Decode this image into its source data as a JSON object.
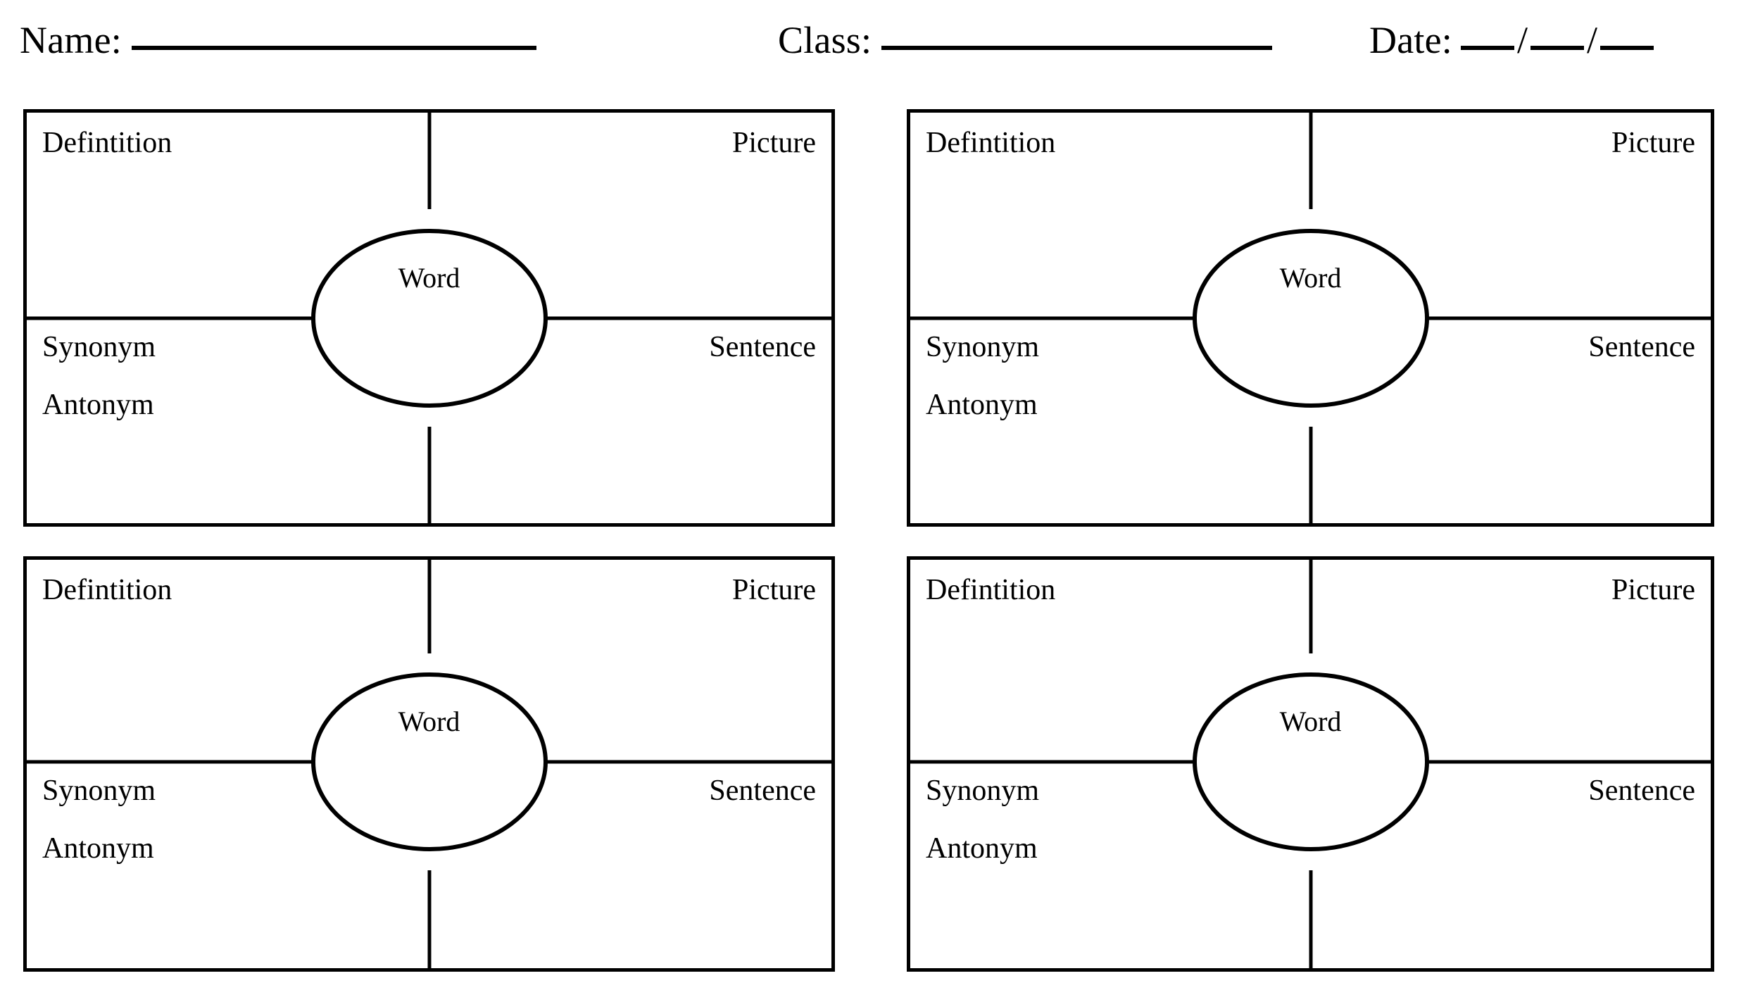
{
  "page": {
    "title": "Vocabulary Word Map Worksheet",
    "background_color": "#ffffff",
    "ink_color": "#000000"
  },
  "header": {
    "fields": [
      {
        "label": "Name:",
        "value": "",
        "rule": "blank-line"
      },
      {
        "label": "Class:",
        "value": "",
        "rule": "blank-line"
      },
      {
        "label": "Date:",
        "value": "",
        "rule": "date-slots",
        "separator": "/"
      }
    ],
    "name_label": "Name:",
    "class_label": "Class:",
    "date_label": "Date:",
    "date_separator_1": "/",
    "date_separator_2": "/"
  },
  "labels": {
    "definition": "Defintition",
    "picture": "Picture",
    "synonym": "Synonym",
    "antonym": "Antonym",
    "sentence": "Sentence",
    "center": "Word"
  },
  "word_maps": [
    {
      "id": 1,
      "position": "top-left",
      "center": "Word",
      "quadrants": {
        "top_left": "Defintition",
        "top_right": "Picture",
        "bottom_left_primary": "Synonym",
        "bottom_left_secondary": "Antonym",
        "bottom_right": "Sentence"
      }
    },
    {
      "id": 2,
      "position": "top-right",
      "center": "Word",
      "quadrants": {
        "top_left": "Defintition",
        "top_right": "Picture",
        "bottom_left_primary": "Synonym",
        "bottom_left_secondary": "Antonym",
        "bottom_right": "Sentence"
      }
    },
    {
      "id": 3,
      "position": "bottom-left",
      "center": "Word",
      "quadrants": {
        "top_left": "Defintition",
        "top_right": "Picture",
        "bottom_left_primary": "Synonym",
        "bottom_left_secondary": "Antonym",
        "bottom_right": "Sentence"
      }
    },
    {
      "id": 4,
      "position": "bottom-right",
      "center": "Word",
      "quadrants": {
        "top_left": "Defintition",
        "top_right": "Picture",
        "bottom_left_primary": "Synonym",
        "bottom_left_secondary": "Antonym",
        "bottom_right": "Sentence"
      }
    }
  ]
}
